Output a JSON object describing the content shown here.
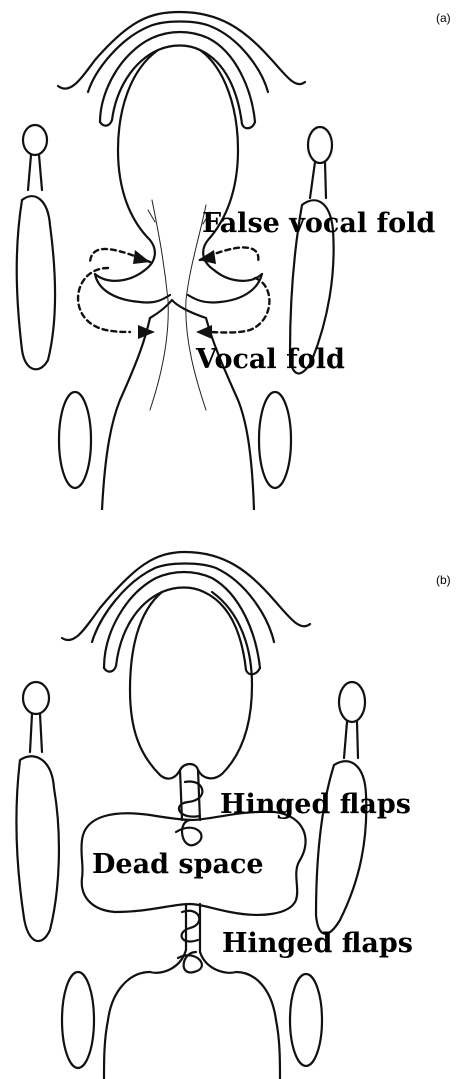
{
  "panel_a": {
    "tag": "(a)",
    "labels": {
      "false_vocal_fold": "False vocal fold",
      "vocal_fold": "Vocal fold"
    }
  },
  "panel_b": {
    "tag": "(b)",
    "labels": {
      "hinged_flaps_upper": "Hinged flaps",
      "dead_space": "Dead space",
      "hinged_flaps_lower": "Hinged flaps"
    }
  }
}
